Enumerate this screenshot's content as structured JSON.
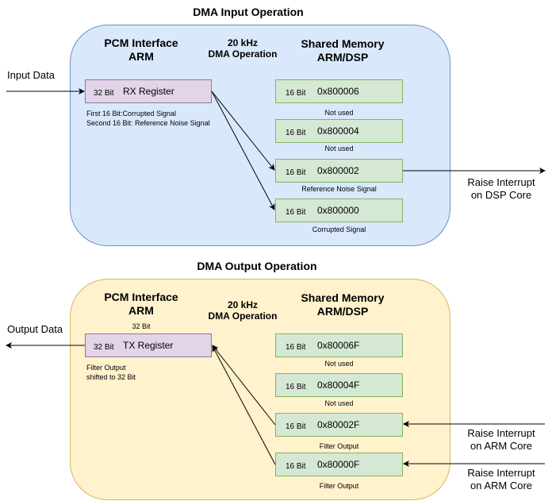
{
  "input_section": {
    "title": "DMA Input Operation",
    "pcm_heading": [
      "PCM Interface",
      "ARM"
    ],
    "dma_heading": [
      "20 kHz",
      "DMA Operation"
    ],
    "shared_heading": [
      "Shared Memory",
      "ARM/DSP"
    ],
    "external_in_label": "Input Data",
    "register": {
      "bits": "32 Bit",
      "name": "RX Register"
    },
    "register_notes": [
      "First 16 Bit:Corrupted Signal",
      "Second 16 Bit: Reference Noise Signal"
    ],
    "memory": [
      {
        "bits": "16 Bit",
        "address": "0x800006",
        "caption": "Not used"
      },
      {
        "bits": "16 Bit",
        "address": "0x800004",
        "caption": "Not used"
      },
      {
        "bits": "16 Bit",
        "address": "0x800002",
        "caption": "Reference Noise Signal"
      },
      {
        "bits": "16 Bit",
        "address": "0x800000",
        "caption": "Corrupted Signal"
      }
    ],
    "interrupt_label": [
      "Raise Interrupt",
      "on DSP Core"
    ]
  },
  "output_section": {
    "title": "DMA Output Operation",
    "pcm_heading": [
      "PCM Interface",
      "ARM"
    ],
    "pcm_width_label": "32 Bit",
    "dma_heading": [
      "20 kHz",
      "DMA Operation"
    ],
    "shared_heading": [
      "Shared Memory",
      "ARM/DSP"
    ],
    "external_out_label": "Output Data",
    "register": {
      "bits": "32 Bit",
      "name": "TX Register"
    },
    "register_notes": [
      "Filter Output",
      "shifted to 32 Bit"
    ],
    "memory": [
      {
        "bits": "16 Bit",
        "address": "0x80006F",
        "caption": "Not used"
      },
      {
        "bits": "16 Bit",
        "address": "0x80004F",
        "caption": "Not used"
      },
      {
        "bits": "16 Bit",
        "address": "0x80002F",
        "caption": "Filter Output"
      },
      {
        "bits": "16 Bit",
        "address": "0x80000F",
        "caption": "Filter Output"
      }
    ],
    "interrupt_labels": [
      [
        "Raise Interrupt",
        "on ARM Core"
      ],
      [
        "Raise Interrupt",
        "on ARM Core"
      ]
    ]
  },
  "colors": {
    "input_container_fill": "#dae8fc",
    "input_container_stroke": "#6c8ebf",
    "output_container_fill": "#fff2cc",
    "output_container_stroke": "#d6b656",
    "register_fill": "#e1d5e7",
    "register_stroke": "#9673a6",
    "memory_fill": "#d5e8d4",
    "memory_stroke": "#82b366"
  }
}
